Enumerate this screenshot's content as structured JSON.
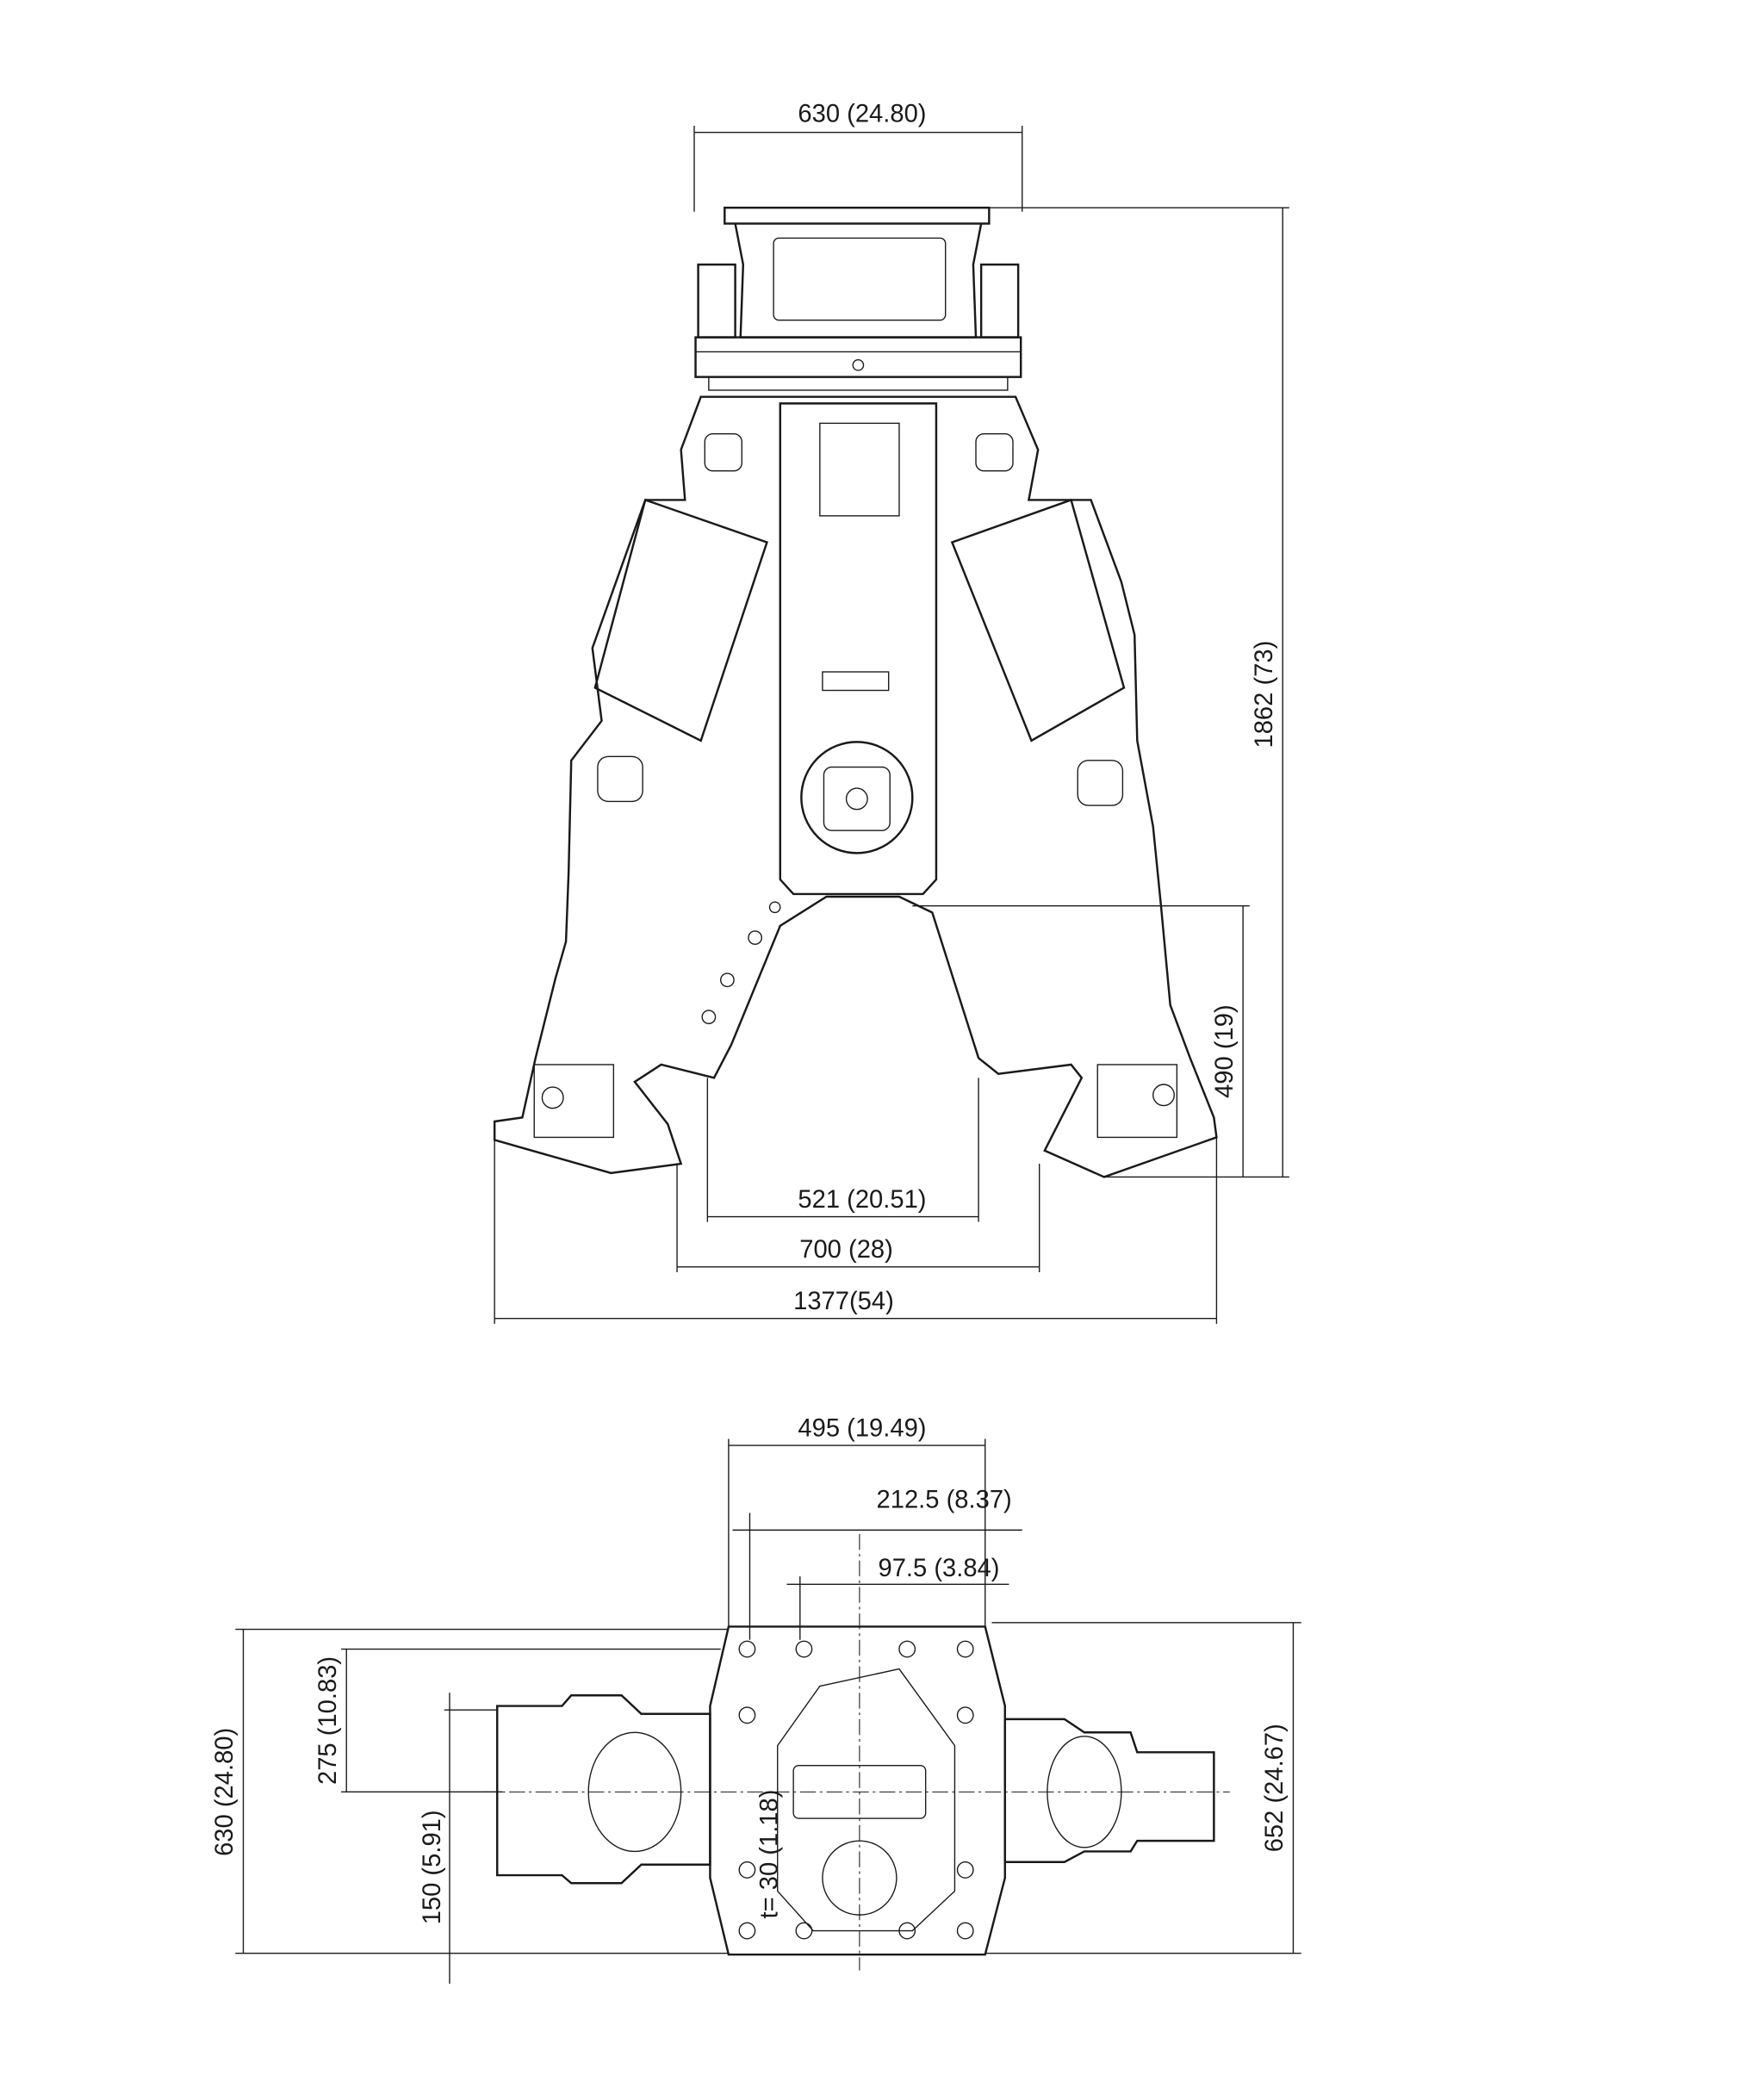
{
  "front_view": {
    "dimensions": {
      "top_width": "630 (24.80)",
      "overall_height": "1862 (73)",
      "jaw_height": "490 (19)",
      "jaw_inner_width": "521 (20.51)",
      "jaw_opening": "700 (28)",
      "overall_width": "1377(54)"
    }
  },
  "plan_view": {
    "dimensions": {
      "plate_width": "495 (19.49)",
      "hole_offset_a": "212.5 (8.37)",
      "hole_offset_b": "97.5 (3.84)",
      "plate_height_left": "630 (24.80)",
      "offset_275": "275 (10.83)",
      "offset_150": "150 (5.91)",
      "plate_height_right": "652 (24.67)",
      "thickness": "t= 30 (1.18)"
    }
  }
}
